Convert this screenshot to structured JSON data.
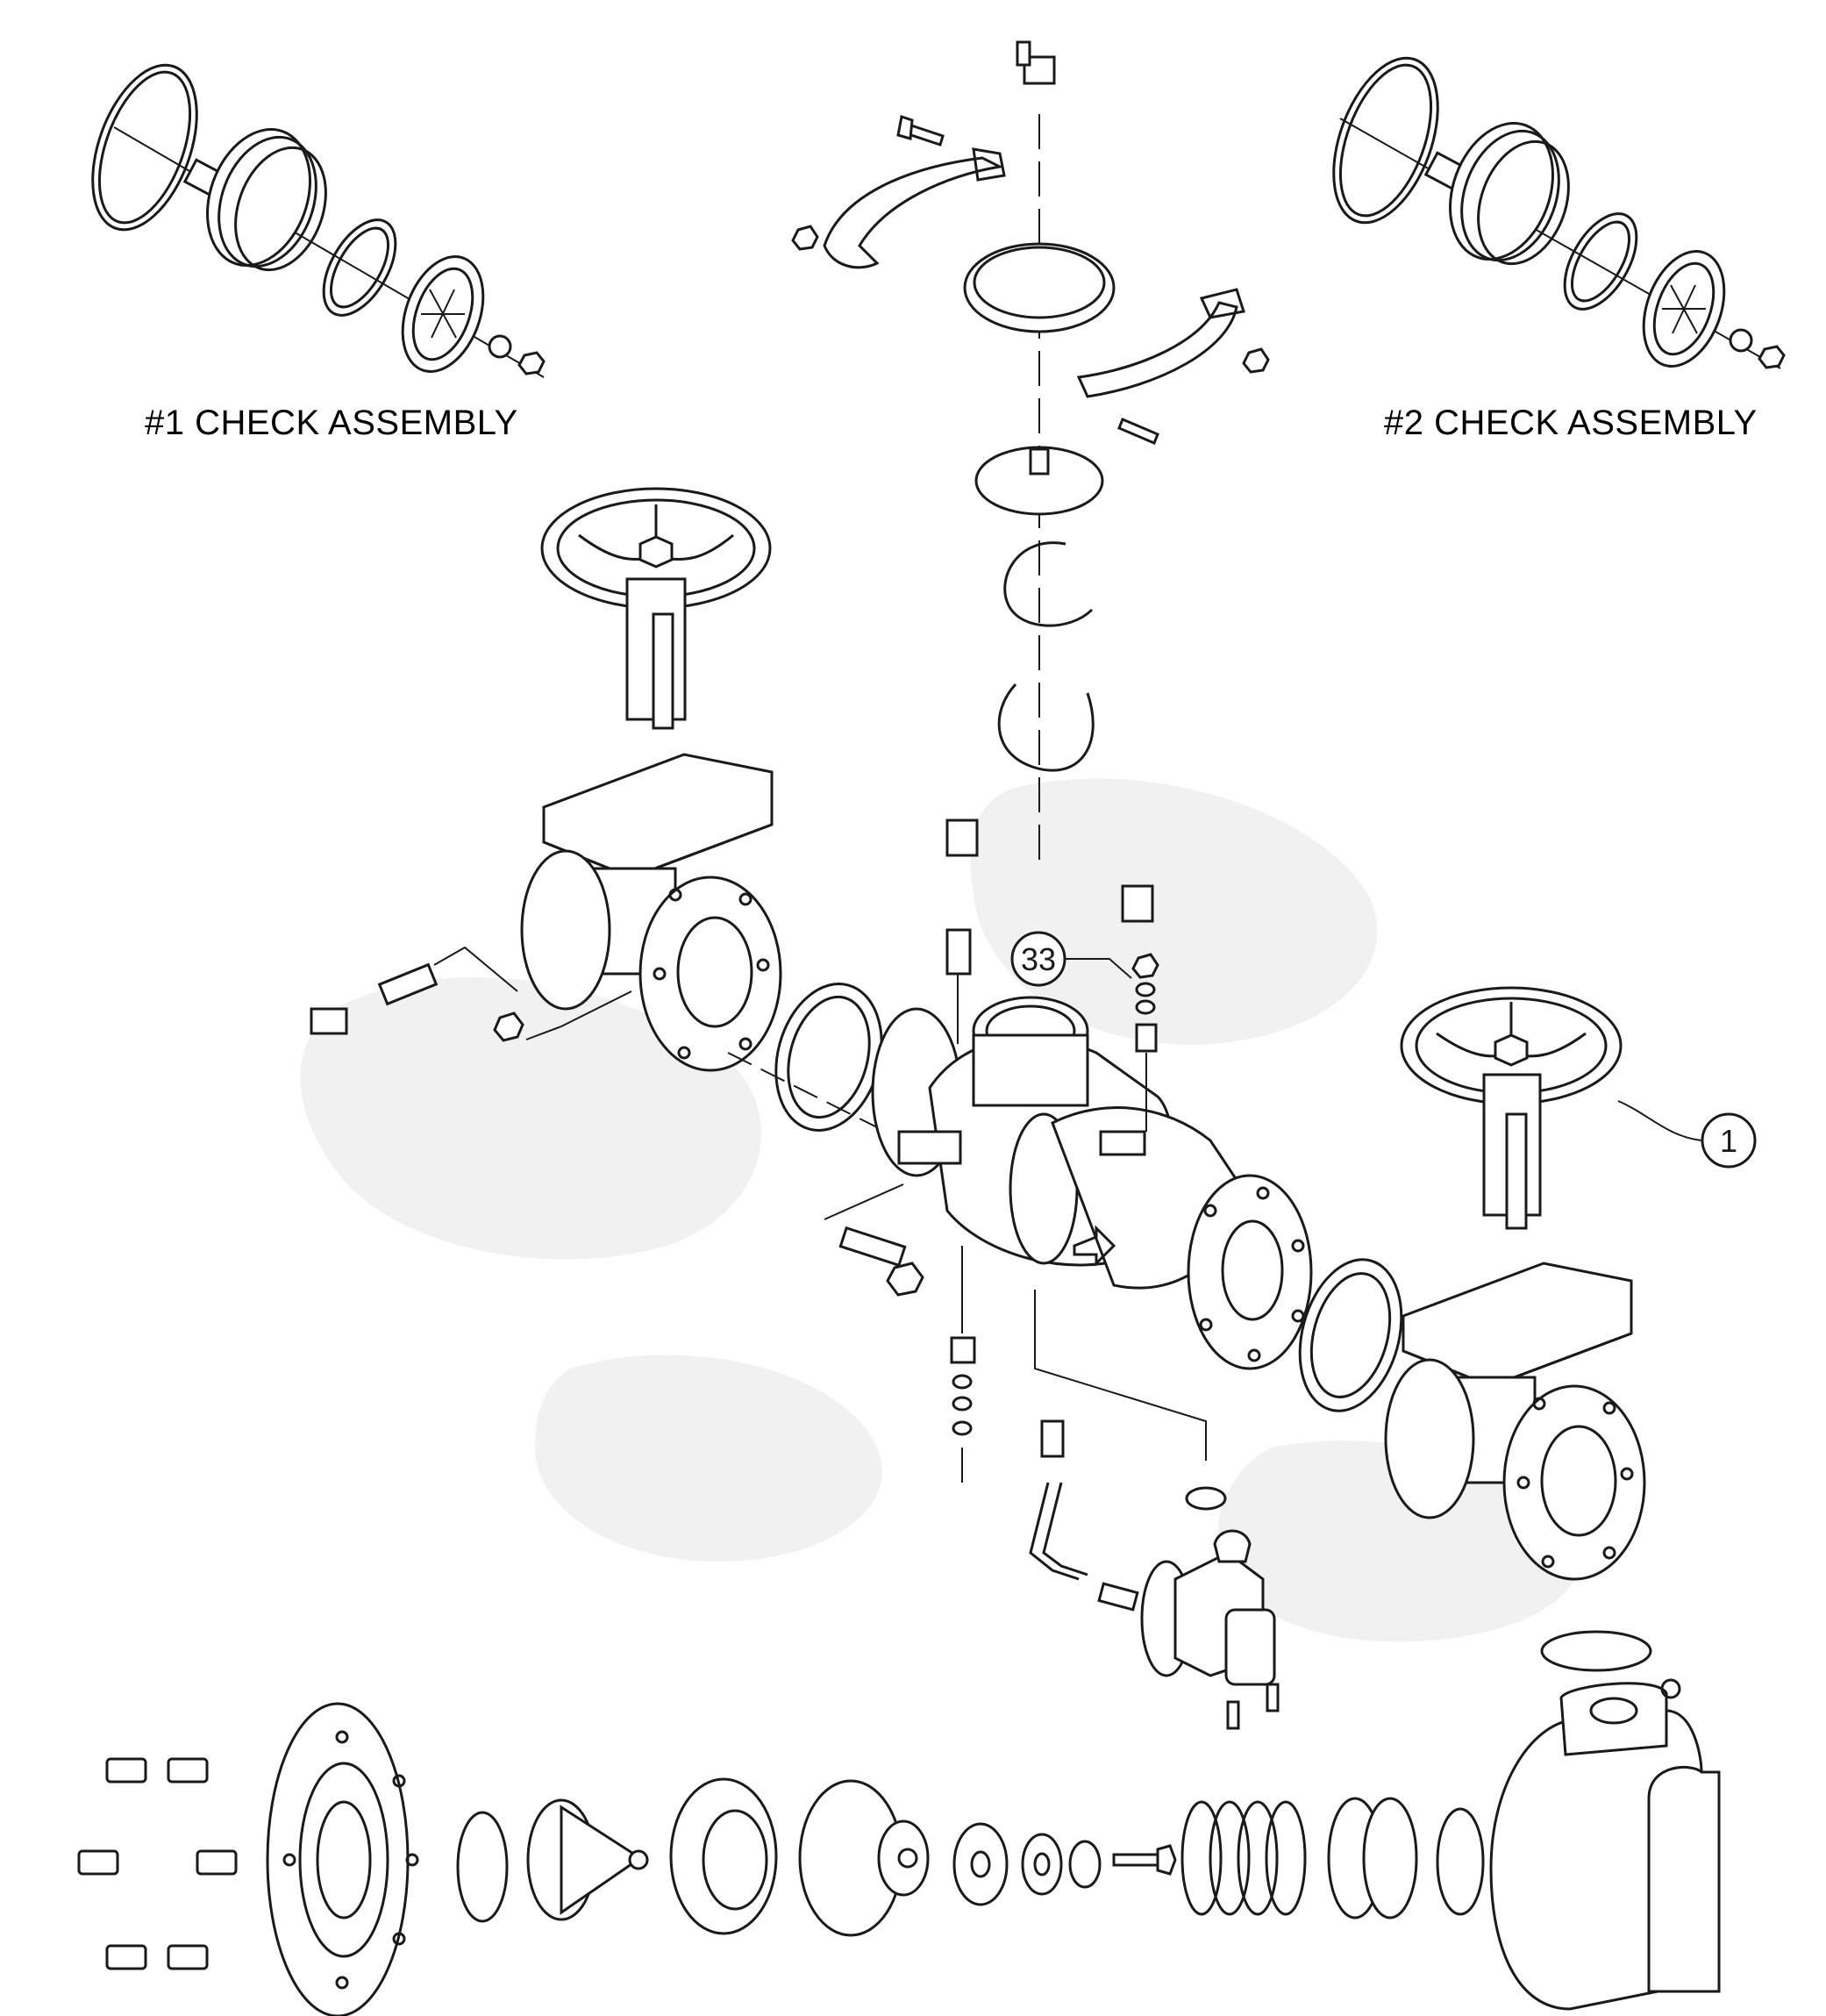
{
  "labels": {
    "check1": "#1 CHECK ASSEMBLY",
    "check2": "#2 CHECK ASSEMBLY"
  },
  "callouts": {
    "item33": "33",
    "item1": "1"
  }
}
